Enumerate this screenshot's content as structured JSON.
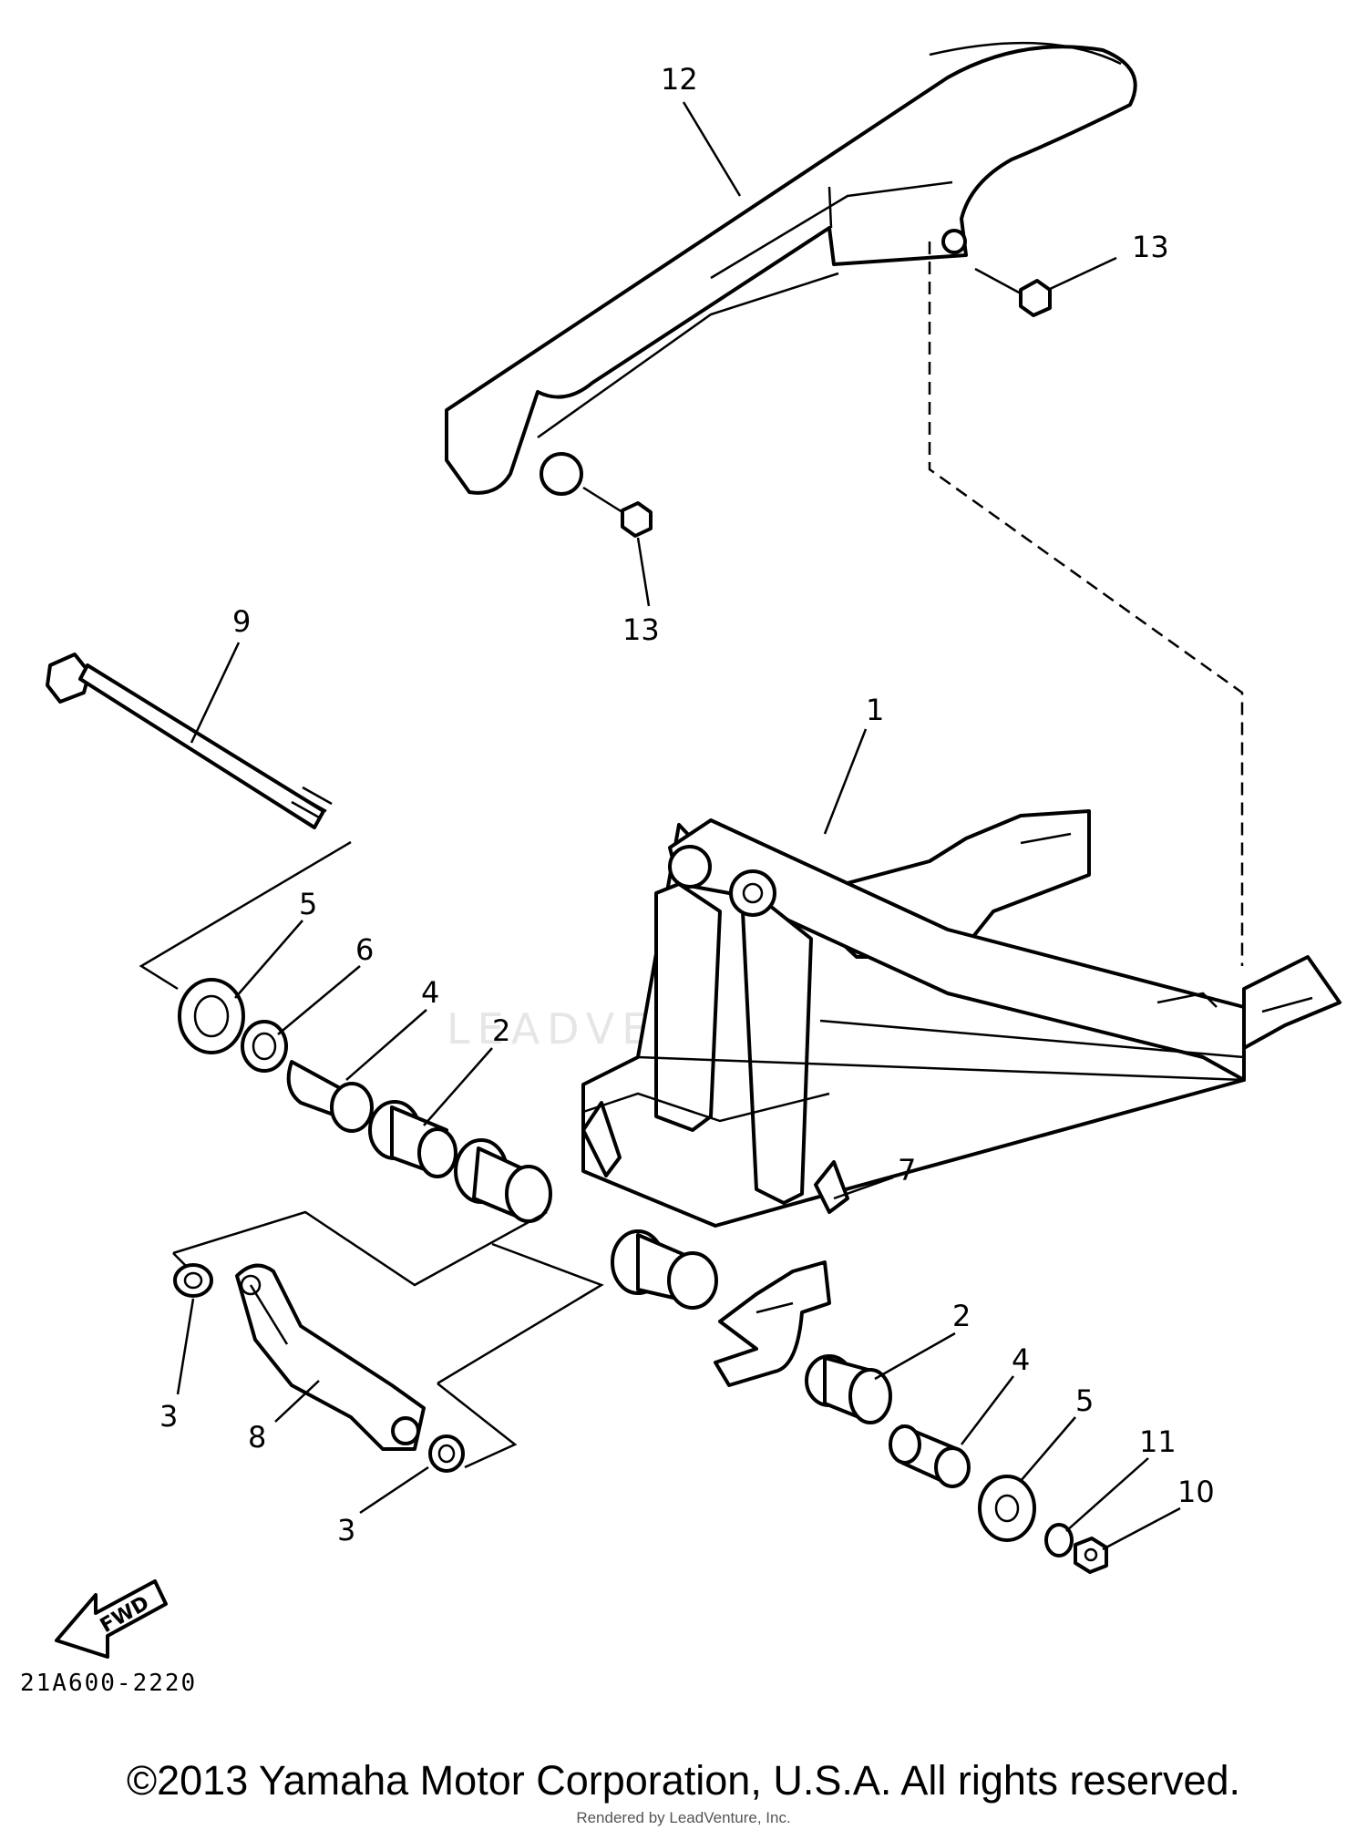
{
  "diagram_code": "21A600-2220",
  "fwd_label": "FWD",
  "watermark": "LEADVENTURE",
  "copyright": "©2013 Yamaha Motor Corporation, U.S.A. All rights reserved.",
  "rendered_by": "Rendered by LeadVenture, Inc.",
  "callouts": {
    "c12": "12",
    "c13a": "13",
    "c13b": "13",
    "c9": "9",
    "c1": "1",
    "c5a": "5",
    "c6": "6",
    "c4a": "4",
    "c2a": "2",
    "c7": "7",
    "c2b": "2",
    "c4b": "4",
    "c5b": "5",
    "c11": "11",
    "c10": "10",
    "c3a": "3",
    "c8": "8",
    "c3b": "3"
  }
}
